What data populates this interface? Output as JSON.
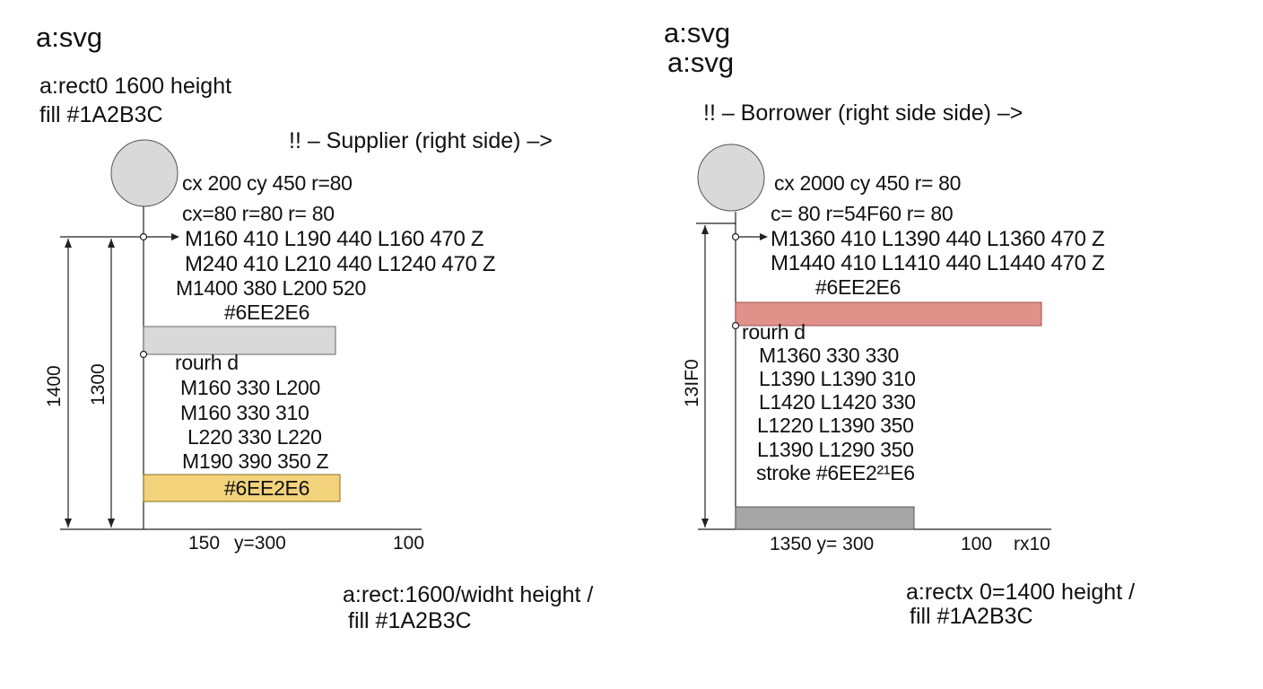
{
  "panels": {
    "left": {
      "heading": "a:svg",
      "bg_note_line1": "a:rect0 1600 height",
      "bg_note_line2": "fill #1A2B3C",
      "section_label": "!! – Supplier (right side) –>",
      "circle_label": "cx 200 cy 450 r=80",
      "circle_label2": "cx=80 r=80 r= 80",
      "path_line1": "M160 410 L190 440  L160 470 Z",
      "path_line2": "M240 410 L210 440 L1240 470 Z",
      "path_line3": "M1400 380 L200 520",
      "bar_top_label": "#6EE2E6",
      "round_label": "rourh d",
      "path2_line1": "M160 330 L200",
      "path2_line2": "M160 330 310",
      "path2_line3": "L220 330 L220",
      "path2_line4": "M190 390 350 Z",
      "bar_bottom_label": "#6EE2E6",
      "dim_outer": "1400",
      "dim_inner": "1300",
      "bottom_label_a": "150",
      "bottom_label_b": "y=300",
      "bottom_label_c": "100",
      "footer_line1": "a:rect:1600/widht height /",
      "footer_line2": "fill #1A2B3C",
      "colors": {
        "circle": "#d9d9d9",
        "bar_top": "#d9d9d9",
        "bar_bottom": "#f2d27a",
        "line": "#222222"
      }
    },
    "right": {
      "heading1": "a:svg",
      "heading2": "a:svg",
      "section_label": "!! – Borrower (right side side) –>",
      "circle_label": "cx 2000 cy 450 r= 80",
      "circle_label2": "c= 80 r=54F60 r= 80",
      "path_line1": "M1360 410 L1390 440 L1360 470 Z",
      "path_line2": "M1440 410 L1410 440 L1440 470 Z",
      "bar_top_label": "#6EE2E6",
      "round_label": "rourh d",
      "path2_line1": "M1360 330 330",
      "path2_line2": "L1390 L1390 310",
      "path2_line3": "L1420 L1420 330",
      "path2_line4": "L1220 L1390 350",
      "path2_line5": "L1390 L1290 350",
      "path2_line6": "stroke #6EE2²¹E6",
      "dim_label": "13IF0",
      "bottom_label_a": "1350 y= 300",
      "bottom_label_b": "100",
      "bottom_label_c": "rx10",
      "footer_line1": "a:rectx 0=1400 height /",
      "footer_line2": "fill #1A2B3C",
      "colors": {
        "circle": "#d9d9d9",
        "bar_top": "#e0928a",
        "bar_bottom": "#a6a6a6",
        "line": "#222222"
      }
    }
  }
}
